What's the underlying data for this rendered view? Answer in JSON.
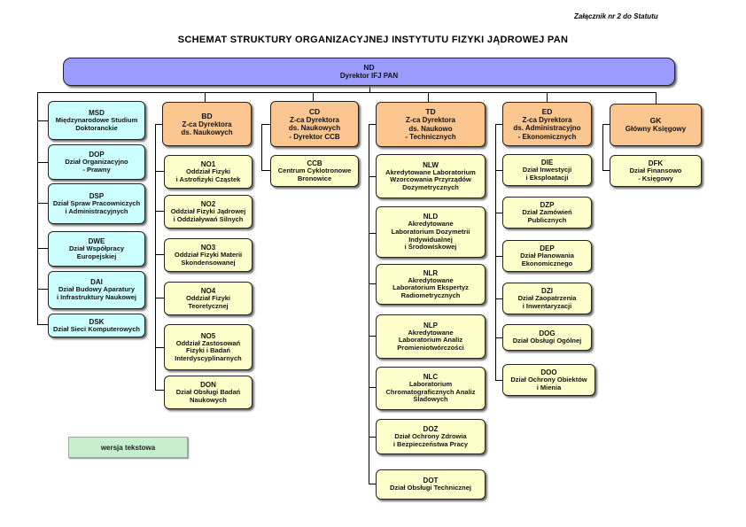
{
  "appendix_note": "Załącznik nr 2 do Statutu",
  "title": "SCHEMAT STRUKTURY ORGANIZACYJNEJ INSTYTUTU FIZYKI JĄDROWEJ PAN",
  "root": {
    "code": "ND",
    "name": "Dyrektor IFJ PAN"
  },
  "msd_column": [
    {
      "code": "MSD",
      "name": "Międzynarodowe Studium\nDoktoranckie"
    },
    {
      "code": "DOP",
      "name": "Dział Organizacyjno\n- Prawny"
    },
    {
      "code": "DSP",
      "name": "Dział Spraw Pracowniczych\ni Administracyjnych"
    },
    {
      "code": "DWE",
      "name": "Dział Współpracy\nEuropejskiej"
    },
    {
      "code": "DAI",
      "name": "Dział Budowy Aparatury\ni Infrastruktury Naukowej"
    },
    {
      "code": "DSK",
      "name": "Dział Sieci Komputerowych"
    }
  ],
  "bd": {
    "head": {
      "code": "BD",
      "name": "Z-ca Dyrektora\nds. Naukowych"
    },
    "items": [
      {
        "code": "NO1",
        "name": "Oddział Fizyki\ni Astrofizyki Cząstek"
      },
      {
        "code": "NO2",
        "name": "Oddział Fizyki Jądrowej\ni Oddziaływań Silnych"
      },
      {
        "code": "NO3",
        "name": "Oddział Fizyki Materii\nSkondensowanej"
      },
      {
        "code": "NO4",
        "name": "Oddział Fizyki\nTeoretycznej"
      },
      {
        "code": "NO5",
        "name": "Oddział Zastosowań\nFizyki i Badań\nInterdyscyplinarnych"
      },
      {
        "code": "DON",
        "name": "Dział Obsługi Badań\nNaukowych"
      }
    ]
  },
  "cd": {
    "head": {
      "code": "CD",
      "name": "Z-ca Dyrektora\nds. Naukowych\n- Dyrektor CCB"
    },
    "items": [
      {
        "code": "CCB",
        "name": "Centrum Cyklotronowe\nBronowice"
      }
    ]
  },
  "td": {
    "head": {
      "code": "TD",
      "name": "Z-ca Dyrektora\nds. Naukowo\n- Technicznych"
    },
    "items": [
      {
        "code": "NLW",
        "name": "Akredytowane Laboratorium\nWzorcowania Przyrządów\nDozymetrycznych"
      },
      {
        "code": "NLD",
        "name": "Akredytowane\nLaboratorium Dozymetrii\nIndywidualnej\ni Środowiskowej"
      },
      {
        "code": "NLR",
        "name": "Akredytowane\nLaboratorium Ekspertyz\nRadiometrycznych"
      },
      {
        "code": "NLP",
        "name": "Akredytowane\nLaboratorium Analiz\nPromieniotwórczości"
      },
      {
        "code": "NLC",
        "name": "Laboratorium\nChromatograficznych Analiz\nŚladowych"
      },
      {
        "code": "DOZ",
        "name": "Dział Ochrony Zdrowia\ni Bezpieczeństwa Pracy"
      },
      {
        "code": "DOT",
        "name": "Dział Obsługi Technicznej"
      }
    ]
  },
  "ed": {
    "head": {
      "code": "ED",
      "name": "Z-ca Dyrektora\nds. Administracyjno\n- Ekonomicznych"
    },
    "items": [
      {
        "code": "DIE",
        "name": "Dział Inwestycji\ni Eksploatacji"
      },
      {
        "code": "DZP",
        "name": "Dział Zamówień\nPublicznych"
      },
      {
        "code": "DEP",
        "name": "Dział Planowania\nEkonomicznego"
      },
      {
        "code": "DZI",
        "name": "Dział Zaopatrzenia\ni Inwentaryzacji"
      },
      {
        "code": "DOG",
        "name": "Dział Obsługi Ogólnej"
      },
      {
        "code": "DOO",
        "name": "Dział Ochrony Obiektów\ni Mienia"
      }
    ]
  },
  "gk": {
    "head": {
      "code": "GK",
      "name": "Główny Księgowy"
    },
    "items": [
      {
        "code": "DFK",
        "name": "Dział Finansowo\n- Księgowy"
      }
    ]
  },
  "text_version_button": "wersja tekstowa",
  "colors": {
    "director": "#9a9cff",
    "deputy": "#fcc690",
    "unit": "#ffffcc",
    "staff": "#ccffff",
    "text_button": "#c6efce"
  }
}
